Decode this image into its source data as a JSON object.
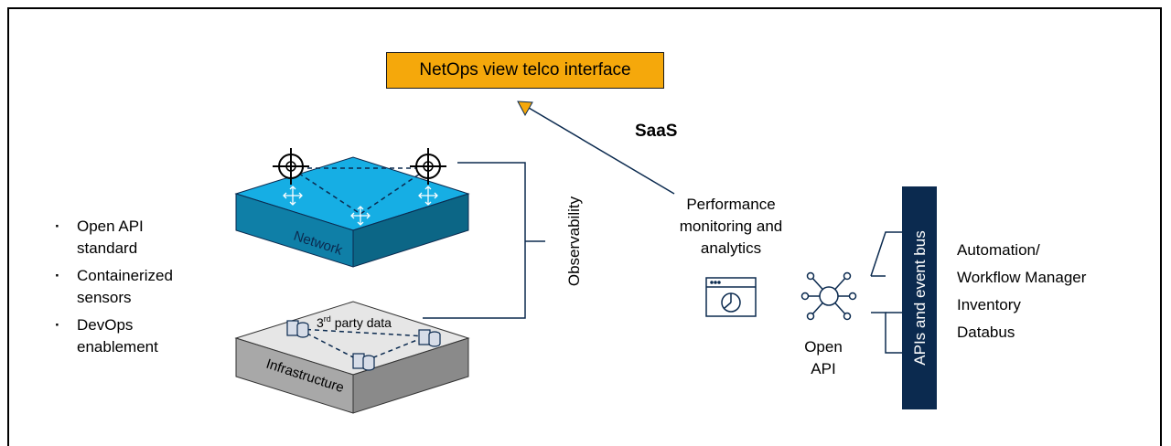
{
  "top_box": {
    "label": "NetOps view telco interface",
    "color": "#f5a80b"
  },
  "saas_label": "SaaS",
  "performance_label_lines": [
    "Performance",
    "monitoring and",
    "analytics"
  ],
  "bullets": [
    [
      "Open API",
      "standard"
    ],
    [
      "Containerized",
      "sensors"
    ],
    [
      "DevOps",
      "enablement"
    ]
  ],
  "observability_label": "Observability",
  "network_label": "Network",
  "infrastructure_label": "Infrastructure",
  "third_party_label": "3rd party data",
  "third_party_main": "3",
  "third_party_sup": "rd",
  "third_party_rest": " party data",
  "open_api_lines": [
    "Open",
    "API"
  ],
  "api_bus_label": "APIs and event bus",
  "right_list": [
    [
      "Automation/",
      "Workflow Manager"
    ],
    [
      "Inventory"
    ],
    [
      "Databus"
    ]
  ],
  "colors": {
    "network_top": "#16aee4",
    "network_side": "#0f7fa7",
    "infra_top": "#e6e6e6",
    "infra_side": "#9e9e9e",
    "bus": "#0b2a4f",
    "line": "#0b2a4f"
  },
  "icons": [
    "crosshair-icon",
    "arrows-icon",
    "database-icon",
    "dashboard-icon",
    "hub-icon"
  ]
}
